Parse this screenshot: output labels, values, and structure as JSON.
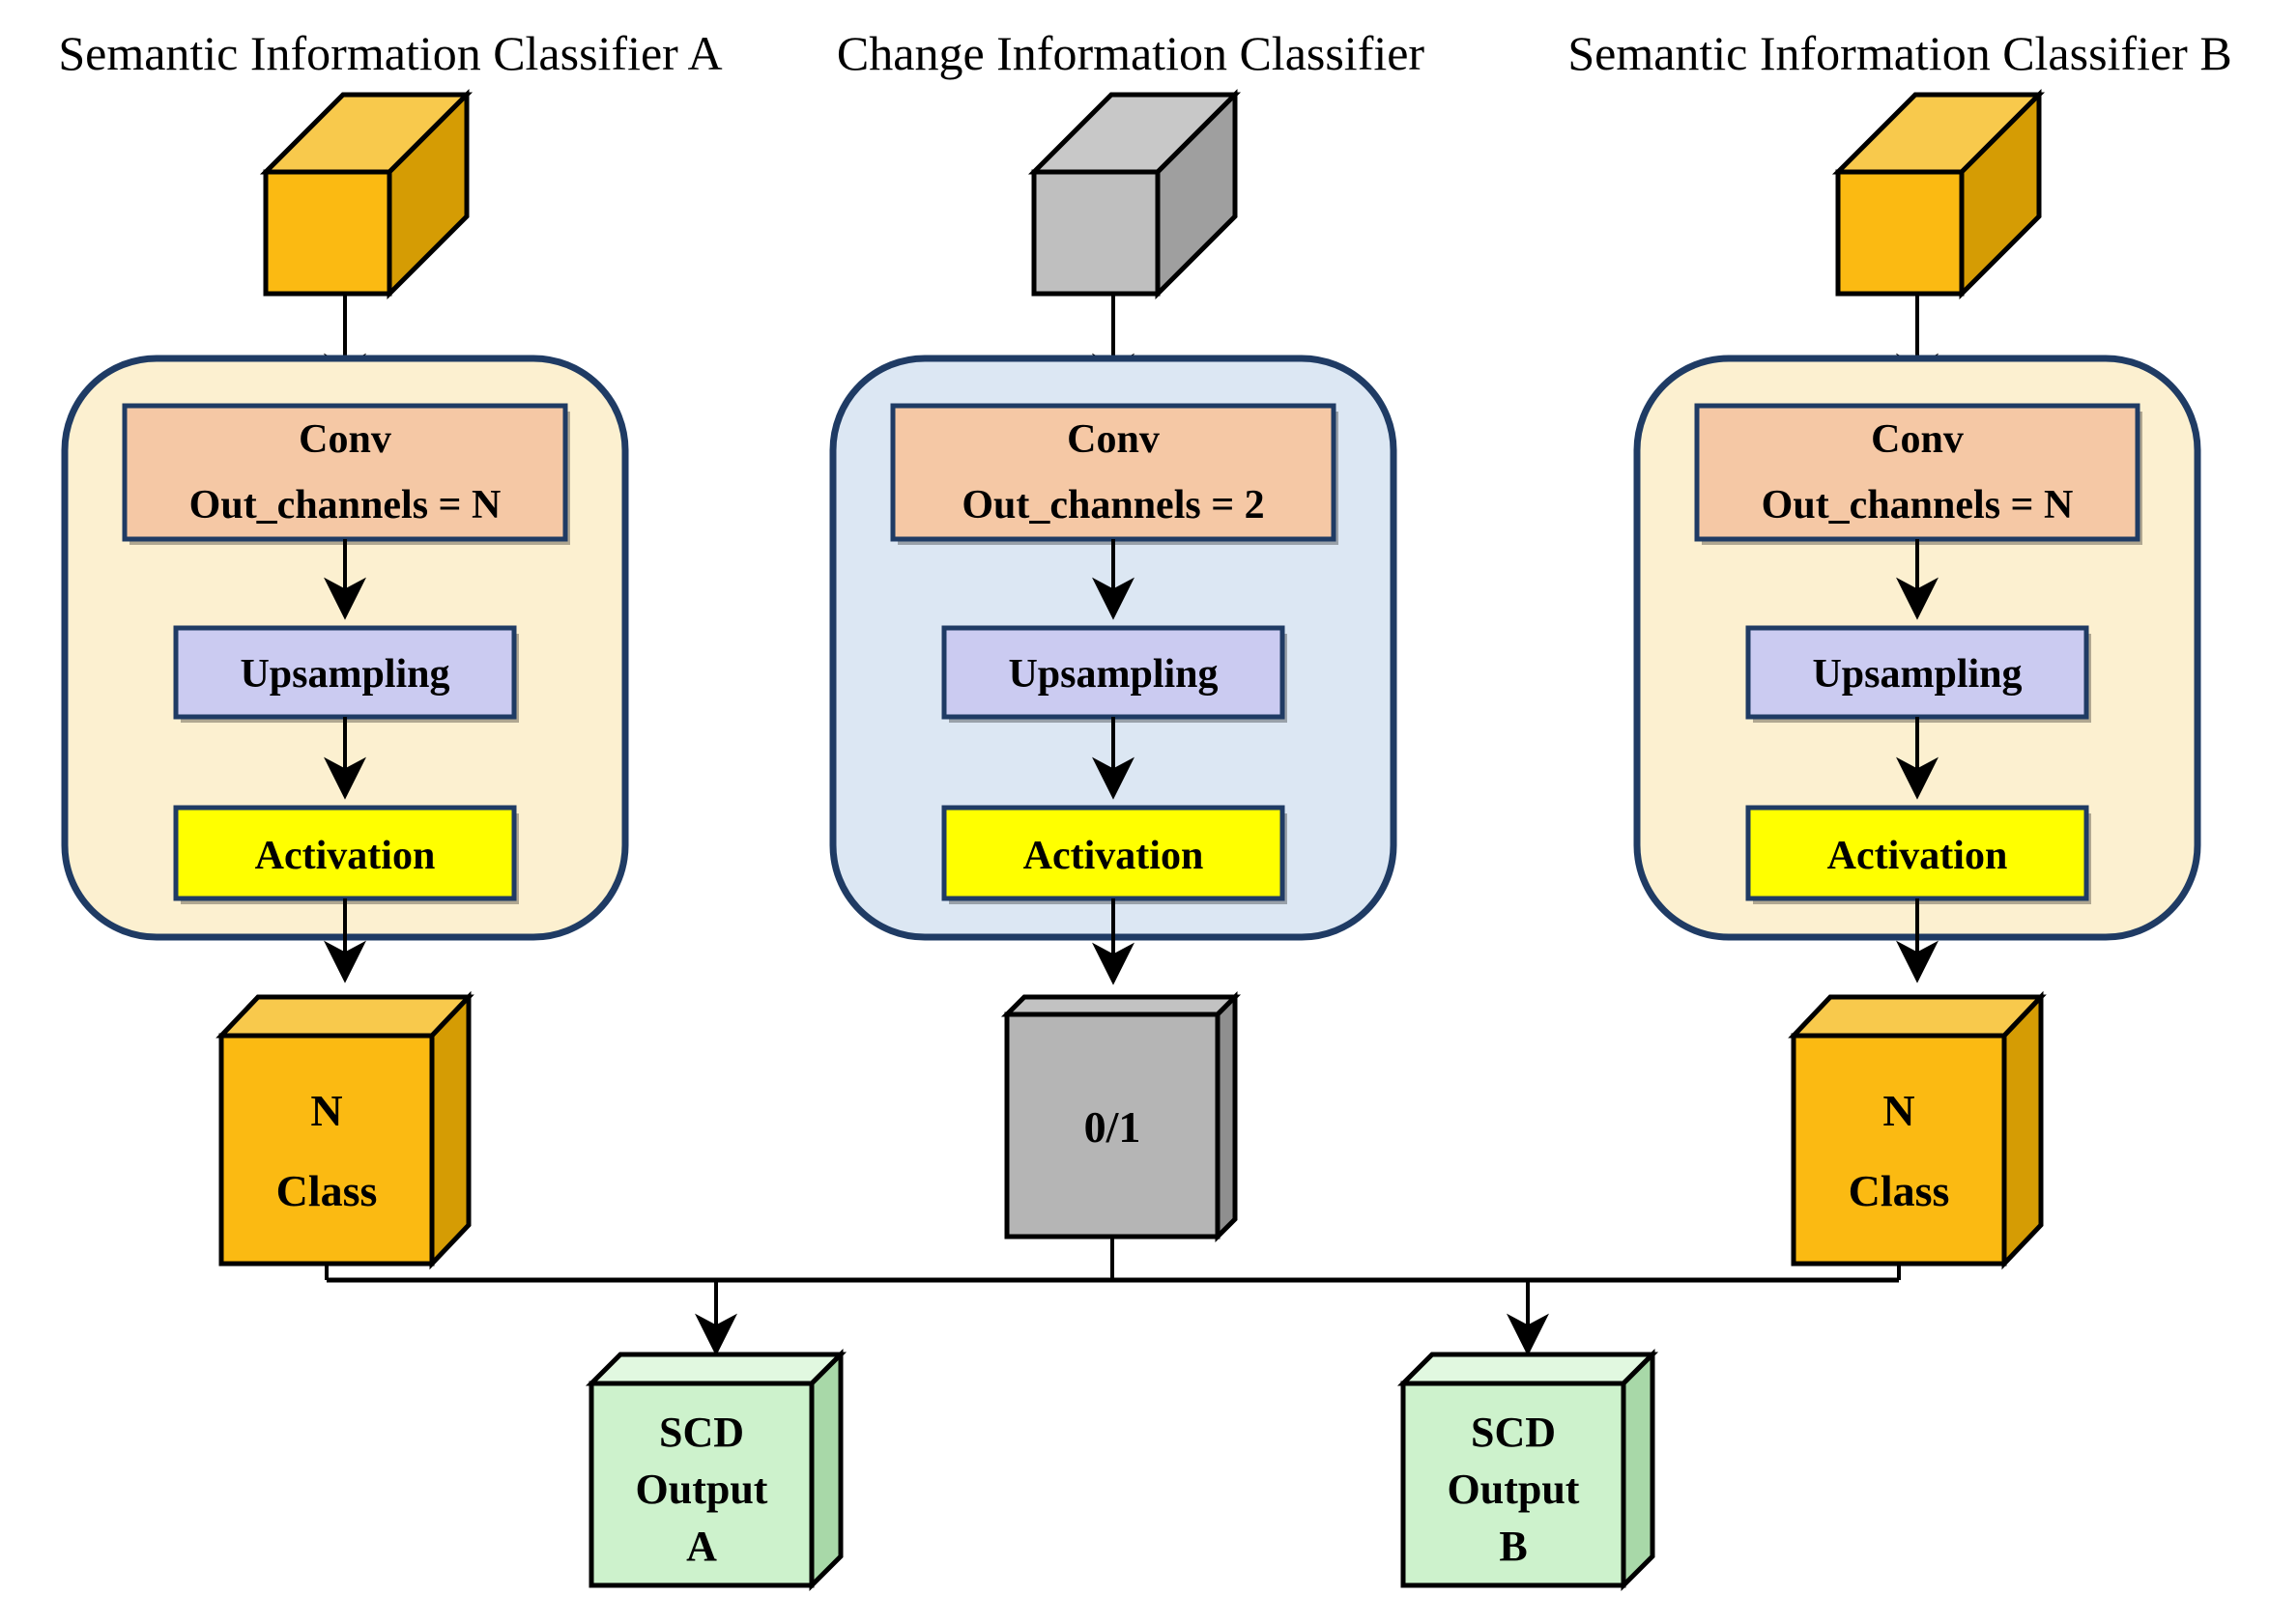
{
  "colors": {
    "navy_border": "#1F3B64",
    "cream_container": "#FCF0D0",
    "blue_container": "#DCE7F3",
    "conv_fill": "#F5C8A5",
    "upsampling_fill": "#CBCBF1",
    "activation_fill": "#FFFF00",
    "orange_front": "#FBBA12",
    "orange_top": "#F8C94C",
    "orange_side": "#D59C04",
    "gray_front": "#BFBFBF",
    "gray_top": "#C8C8C8",
    "gray_side": "#9F9F9F",
    "slab_front": "#B5B5B5",
    "slab_top": "#C2C2C2",
    "slab_side": "#8F8F8F",
    "green_front": "#CDF2CC",
    "green_top": "#E1F8E0",
    "green_side": "#A8D8A8",
    "line": "#000000"
  },
  "columns": [
    {
      "title": "Semantic Information Classifier A",
      "conv": {
        "line1": "Conv",
        "line2": "Out_channels = N"
      },
      "upsampling_label": "Upsampling",
      "activation_label": "Activation",
      "result_cube": {
        "line1": "N",
        "line2": "Class"
      }
    },
    {
      "title": "Change Information Classifier",
      "conv": {
        "line1": "Conv",
        "line2": "Out_channels = 2"
      },
      "upsampling_label": "Upsampling",
      "activation_label": "Activation",
      "result_cube": {
        "label": "0/1"
      }
    },
    {
      "title": "Semantic Information Classifier B",
      "conv": {
        "line1": "Conv",
        "line2": "Out_channels = N"
      },
      "upsampling_label": "Upsampling",
      "activation_label": "Activation",
      "result_cube": {
        "line1": "N",
        "line2": "Class"
      }
    }
  ],
  "outputs": [
    {
      "line1": "SCD",
      "line2": "Output",
      "line3": "A"
    },
    {
      "line1": "SCD",
      "line2": "Output",
      "line3": "B"
    }
  ]
}
